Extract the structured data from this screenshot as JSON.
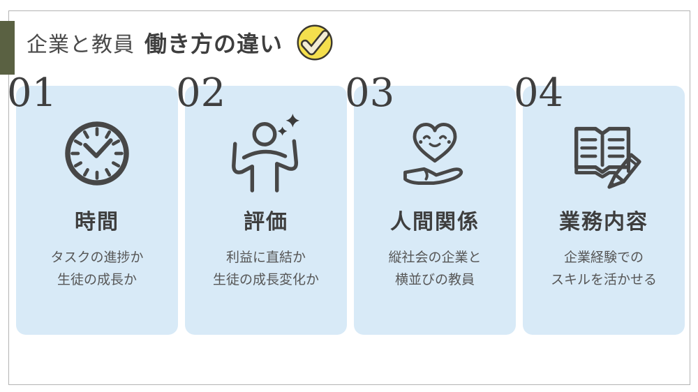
{
  "header": {
    "title_regular": "企業と教員",
    "title_bold": "働き方の違い",
    "badge_icon": "check-circle-icon"
  },
  "cards": [
    {
      "number": "01",
      "icon": "clock-icon",
      "title": "時間",
      "lines": [
        "タスクの進捗か",
        "生徒の成長か"
      ]
    },
    {
      "number": "02",
      "icon": "cheering-person-icon",
      "title": "評価",
      "lines": [
        "利益に直結か",
        "生徒の成長変化か"
      ]
    },
    {
      "number": "03",
      "icon": "heart-in-hand-icon",
      "title": "人間関係",
      "lines": [
        "縦社会の企業と",
        "横並びの教員"
      ]
    },
    {
      "number": "04",
      "icon": "book-pencil-icon",
      "title": "業務内容",
      "lines": [
        "企業経験での",
        "スキルを活かせる"
      ]
    }
  ],
  "colors": {
    "card_background": "#d8eaf7",
    "accent_bar": "#5a6142",
    "badge_yellow": "#f4df4d",
    "badge_check_cream": "#f3ecd4",
    "icon_stroke": "#474747",
    "title_text": "#3e3e3e",
    "body_text": "#565656",
    "frame_border": "#b3b3b3"
  }
}
